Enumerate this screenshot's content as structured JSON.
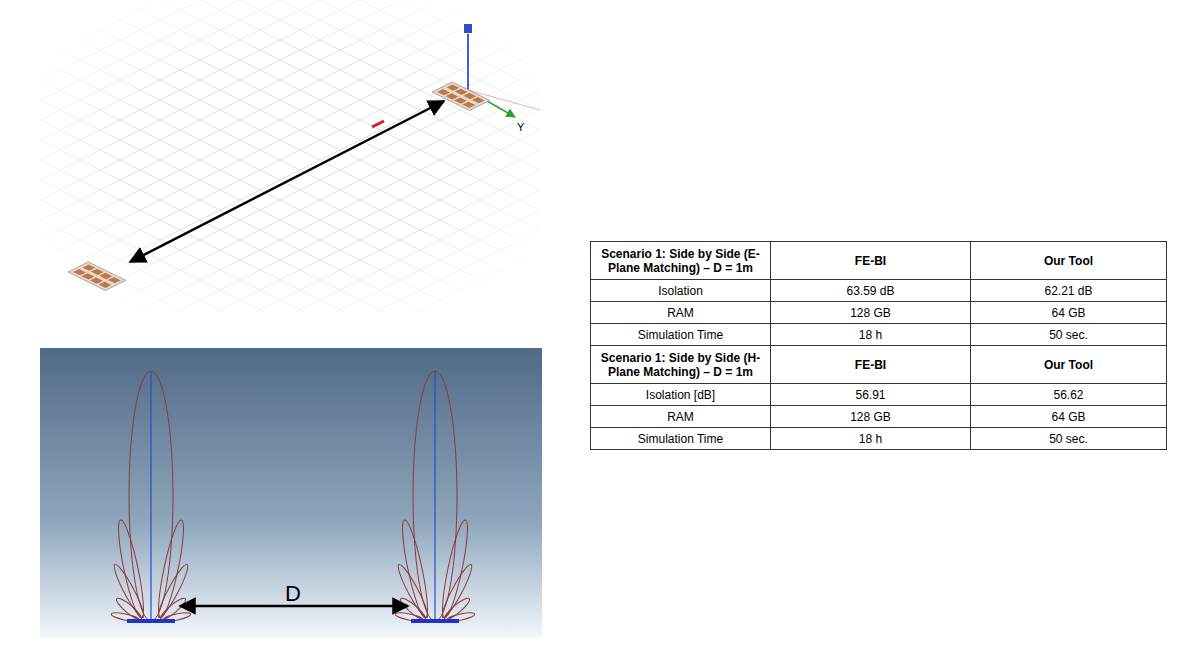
{
  "diagram": {
    "labels": [
      "Y",
      "D",
      "Scenario 1: Side by Side (E-Plane Matching) – D = 1m",
      "FE-BI",
      "Our Tool",
      "Isolation",
      "63.59 dB",
      "62.21 dB",
      "RAM",
      "128 GB",
      "64 GB",
      "Simulation Time",
      "18 h",
      "50 sec.",
      "Scenario 1: Side by Side (H-Plane Matching) – D = 1m",
      "FE-BI",
      "Our Tool",
      "Isolation [dB]",
      "56.91",
      "56.62",
      "RAM",
      "128 GB",
      "64 GB",
      "Simulation Time",
      "18 h",
      "50 sec."
    ]
  }
}
